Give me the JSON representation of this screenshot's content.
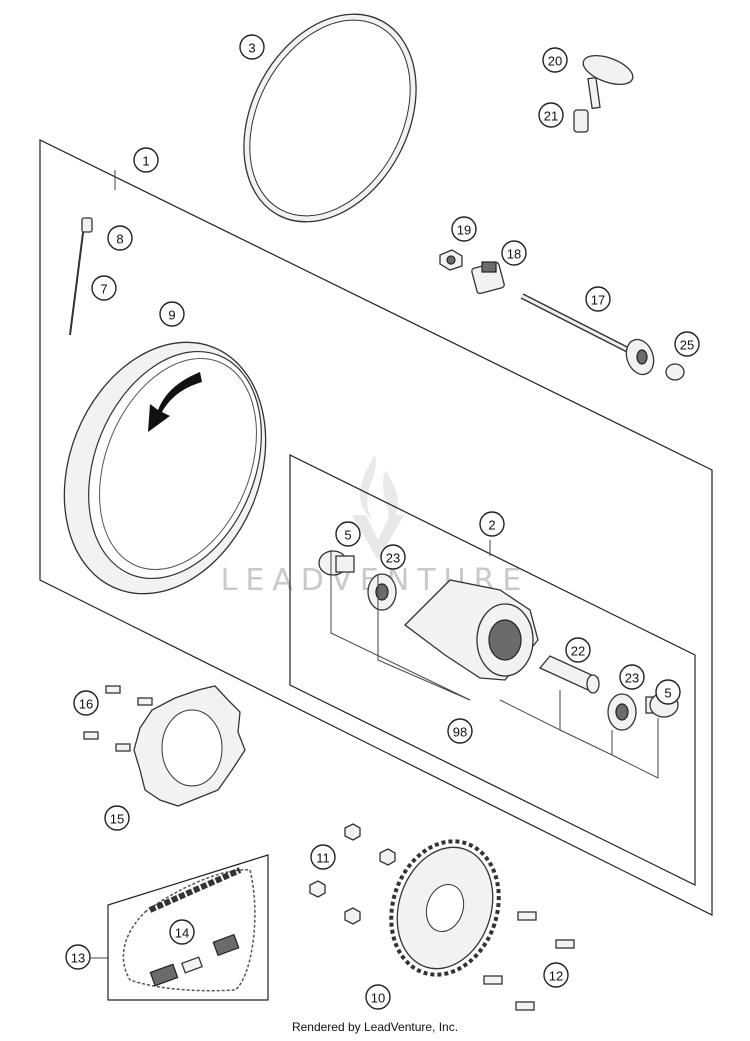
{
  "callouts": [
    "1",
    "2",
    "3",
    "5",
    "5",
    "7",
    "8",
    "9",
    "10",
    "11",
    "12",
    "13",
    "14",
    "15",
    "16",
    "17",
    "18",
    "19",
    "20",
    "21",
    "22",
    "23",
    "23",
    "25",
    "98"
  ],
  "watermark": "LEADVENTURE",
  "footer": "Rendered by LeadVenture, Inc."
}
